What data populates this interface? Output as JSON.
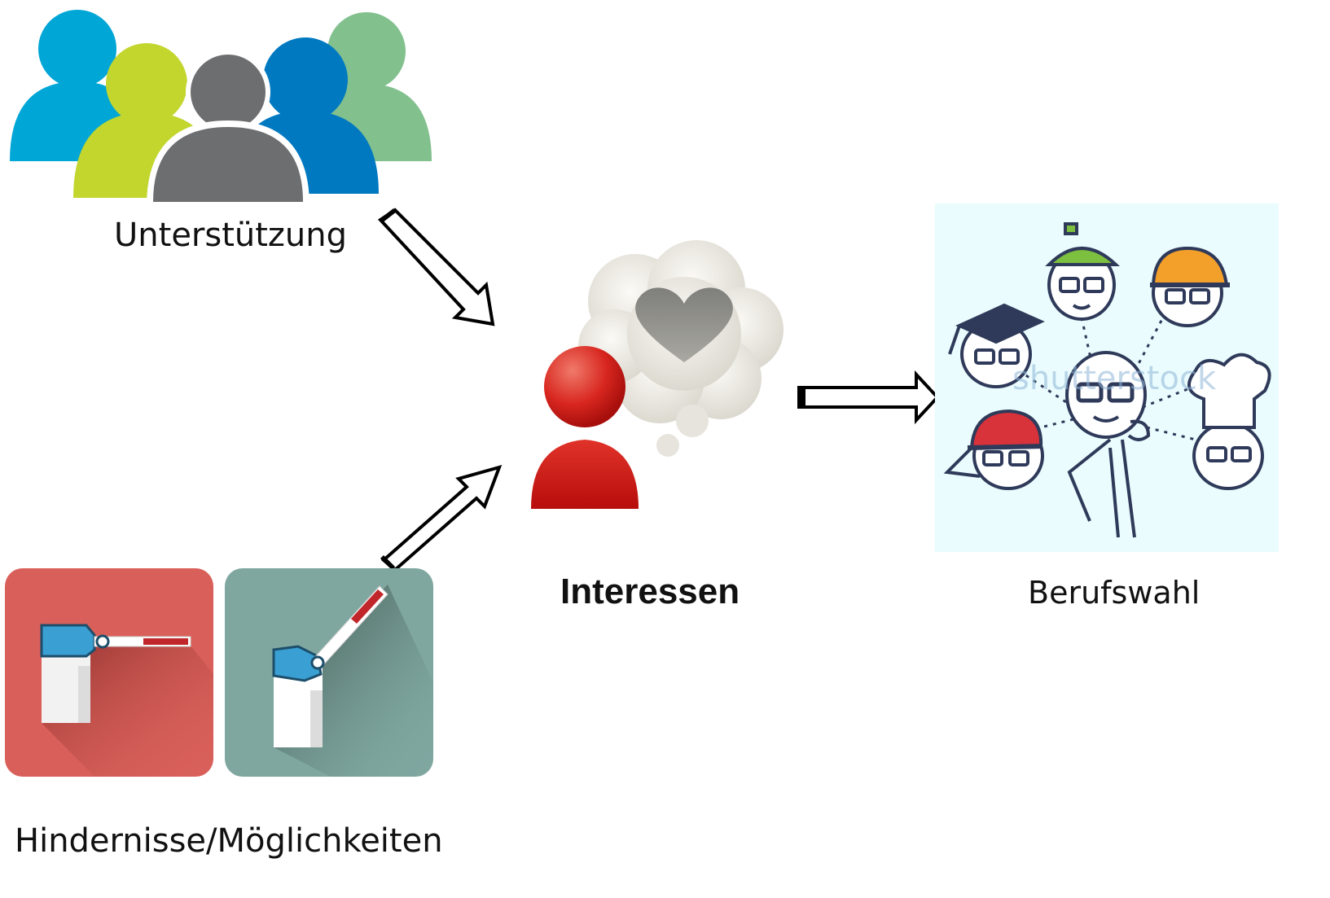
{
  "nodes": {
    "support": {
      "label": "Unterstützung",
      "icon": "group-of-people-icon"
    },
    "interests": {
      "label": "Interessen",
      "icon": "person-thinking-heart-icon"
    },
    "career": {
      "label": "Berufswahl",
      "icon": "professions-sketch-icon",
      "watermark": "shutterstock"
    },
    "obstacles": {
      "label": "Hindernisse/Möglichkeiten",
      "icon": "barrier-gate-icon"
    }
  },
  "edges": [
    {
      "from": "support",
      "to": "interests"
    },
    {
      "from": "obstacles",
      "to": "interests"
    },
    {
      "from": "interests",
      "to": "career"
    }
  ],
  "colors": {
    "people": [
      "#00a6d6",
      "#c2d62e",
      "#6d6e70",
      "#0079c1",
      "#82c08e"
    ],
    "person_red": "#d7261e",
    "barrier_closed_bg": "#d9605a",
    "barrier_open_bg": "#7fa7a0",
    "career_bg": "#eafcfd"
  }
}
